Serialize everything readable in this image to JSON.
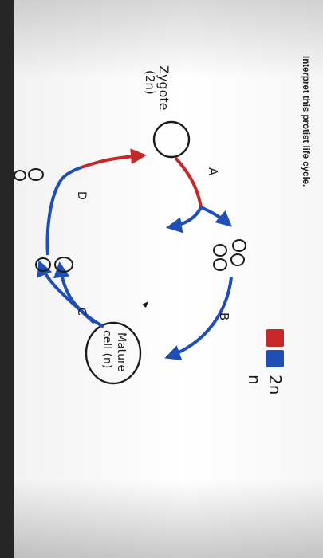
{
  "question": "Interpret this protist life cycle.",
  "legend": {
    "diploid_label": "2n",
    "haploid_label": "n",
    "diploid_color": "#c62828",
    "haploid_color": "#1f4fb5"
  },
  "labels": {
    "zygote": "Zygote",
    "zygote_ploidy": "(2n)",
    "mature_cell": "Mature",
    "mature_cell_ploidy": "cell (n)",
    "step_a": "A",
    "step_b": "B",
    "step_c": "C",
    "step_d": "D"
  }
}
